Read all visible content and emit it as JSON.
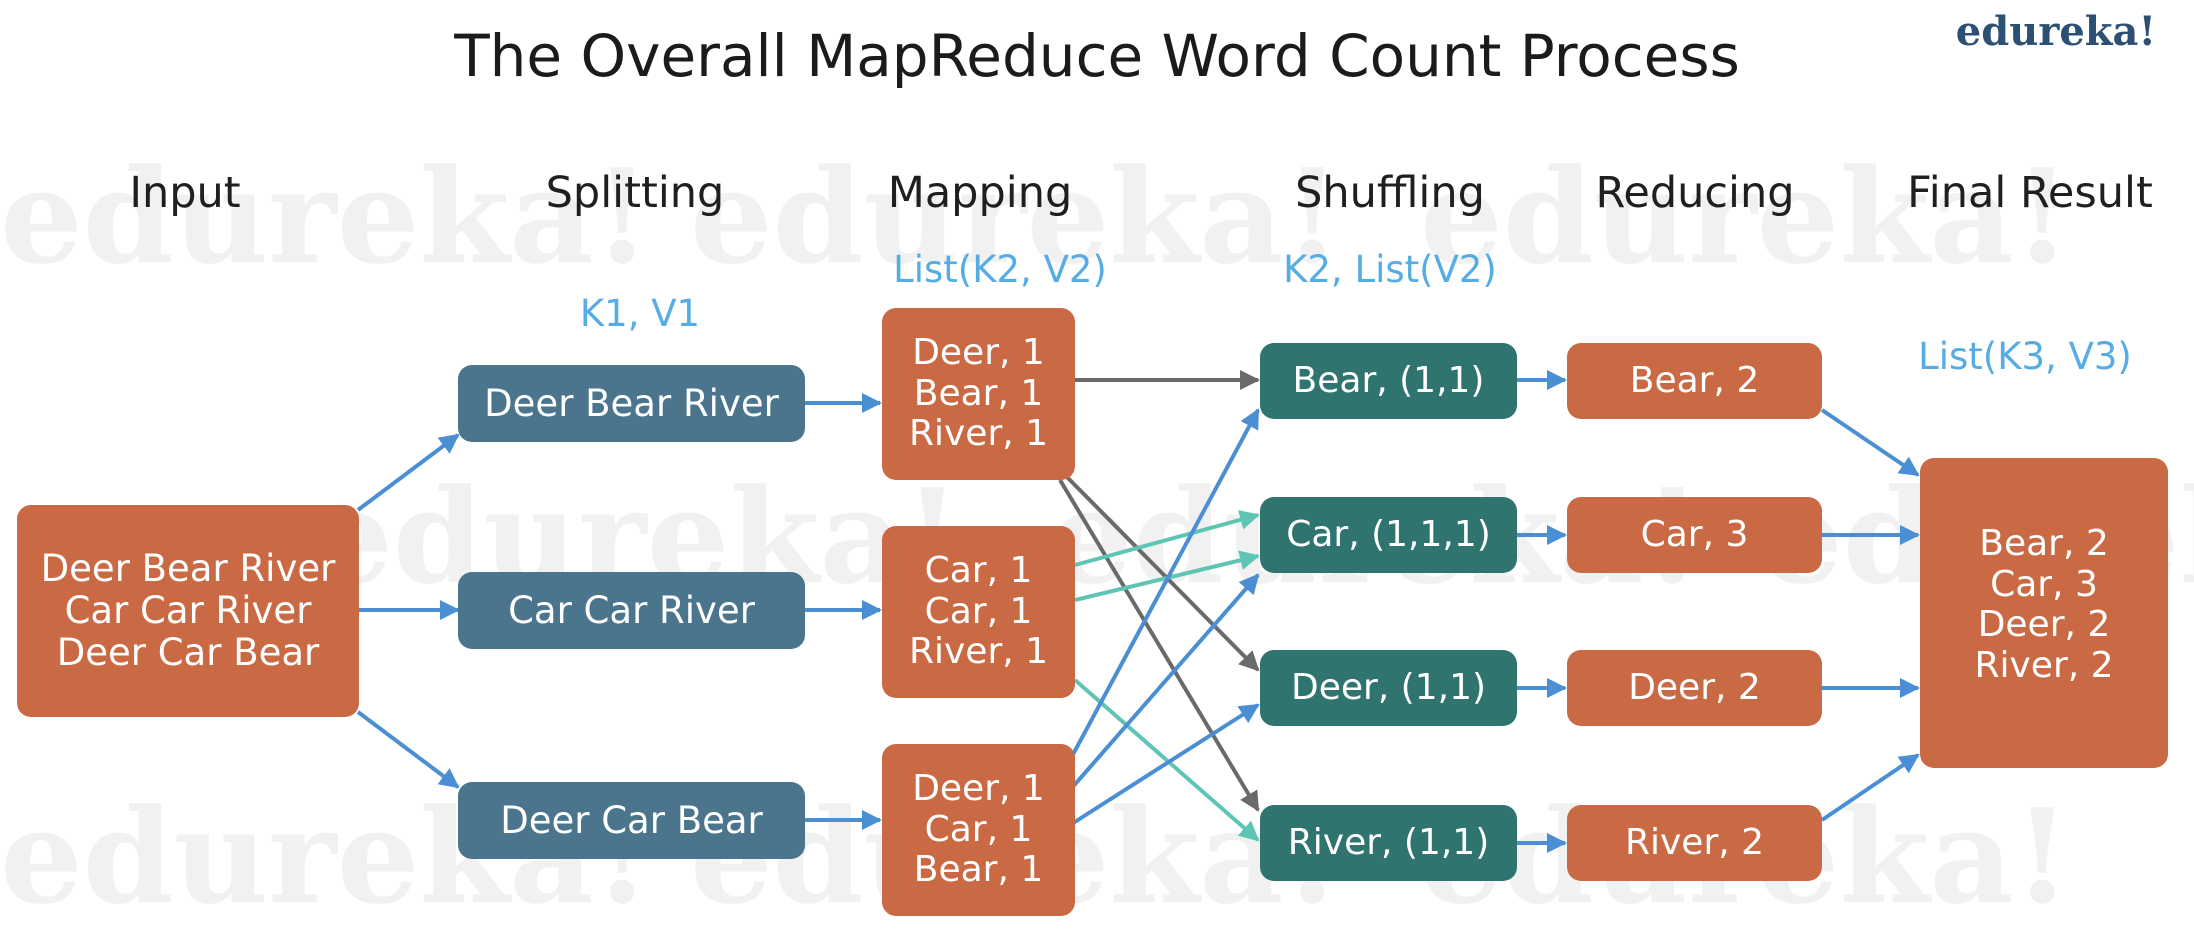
{
  "title": "The Overall MapReduce Word Count Process",
  "brand": "edureka!",
  "watermark_text": "edureka!",
  "headers": {
    "input": "Input",
    "splitting": "Splitting",
    "mapping": "Mapping",
    "shuffling": "Shuffling",
    "reducing": "Reducing",
    "final": "Final Result"
  },
  "kv_labels": {
    "splitting": "K1, V1",
    "mapping": "List(K2, V2)",
    "shuffling": "K2, List(V2)",
    "final": "List(K3, V3)"
  },
  "input": {
    "lines": [
      "Deer Bear River",
      "Car Car River",
      "Deer Car Bear"
    ]
  },
  "splits": [
    {
      "text": "Deer Bear River"
    },
    {
      "text": "Car Car River"
    },
    {
      "text": "Deer Car Bear"
    }
  ],
  "maps": [
    {
      "lines": [
        "Deer, 1",
        "Bear, 1",
        "River, 1"
      ]
    },
    {
      "lines": [
        "Car, 1",
        "Car, 1",
        "River, 1"
      ]
    },
    {
      "lines": [
        "Deer, 1",
        "Car, 1",
        "Bear, 1"
      ]
    }
  ],
  "shuffles": [
    {
      "text": "Bear, (1,1)"
    },
    {
      "text": "Car, (1,1,1)"
    },
    {
      "text": "Deer, (1,1)"
    },
    {
      "text": "River, (1,1)"
    }
  ],
  "reduces": [
    {
      "text": "Bear, 2"
    },
    {
      "text": "Car, 3"
    },
    {
      "text": "Deer, 2"
    },
    {
      "text": "River, 2"
    }
  ],
  "final": {
    "lines": [
      "Bear, 2",
      "Car, 3",
      "Deer, 2",
      "River, 2"
    ]
  },
  "colors": {
    "orange_box": "#c96a44",
    "split_box": "#4a758c",
    "shuffle_box": "#2f746e",
    "arrow_blue": "#4a8fd4",
    "arrow_gray": "#6a6a6a",
    "arrow_teal": "#5ec4b4",
    "kv_label": "#56ace4"
  }
}
